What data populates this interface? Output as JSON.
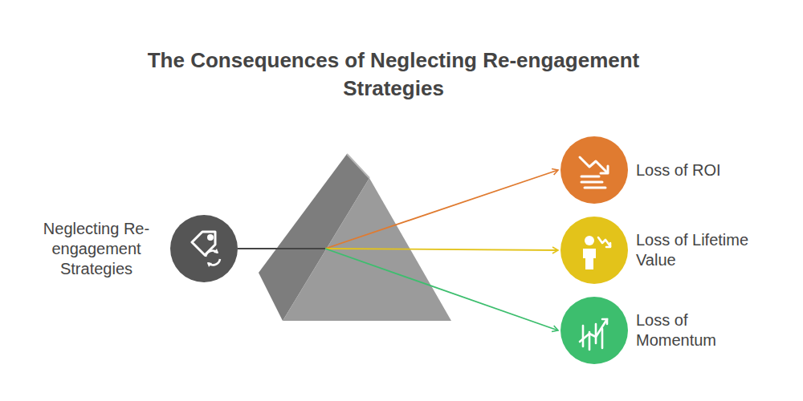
{
  "diagram": {
    "title": "The Consequences of Neglecting Re-engagement Strategies",
    "nodes": [
      {
        "text": [
          "Neglecting Re-engagement Strategies"
        ]
      },
      {
        "text": [
          "Loss of ROI"
        ]
      },
      {
        "text": [
          "Loss of Lifetime Value"
        ]
      },
      {
        "text": [
          "Loss of Momentum"
        ]
      }
    ],
    "edges": [
      {
        "from": 0,
        "to": 1,
        "arrow": "to"
      },
      {
        "from": 0,
        "to": 2,
        "arrow": "to"
      },
      {
        "from": 0,
        "to": 3,
        "arrow": "to"
      }
    ]
  }
}
